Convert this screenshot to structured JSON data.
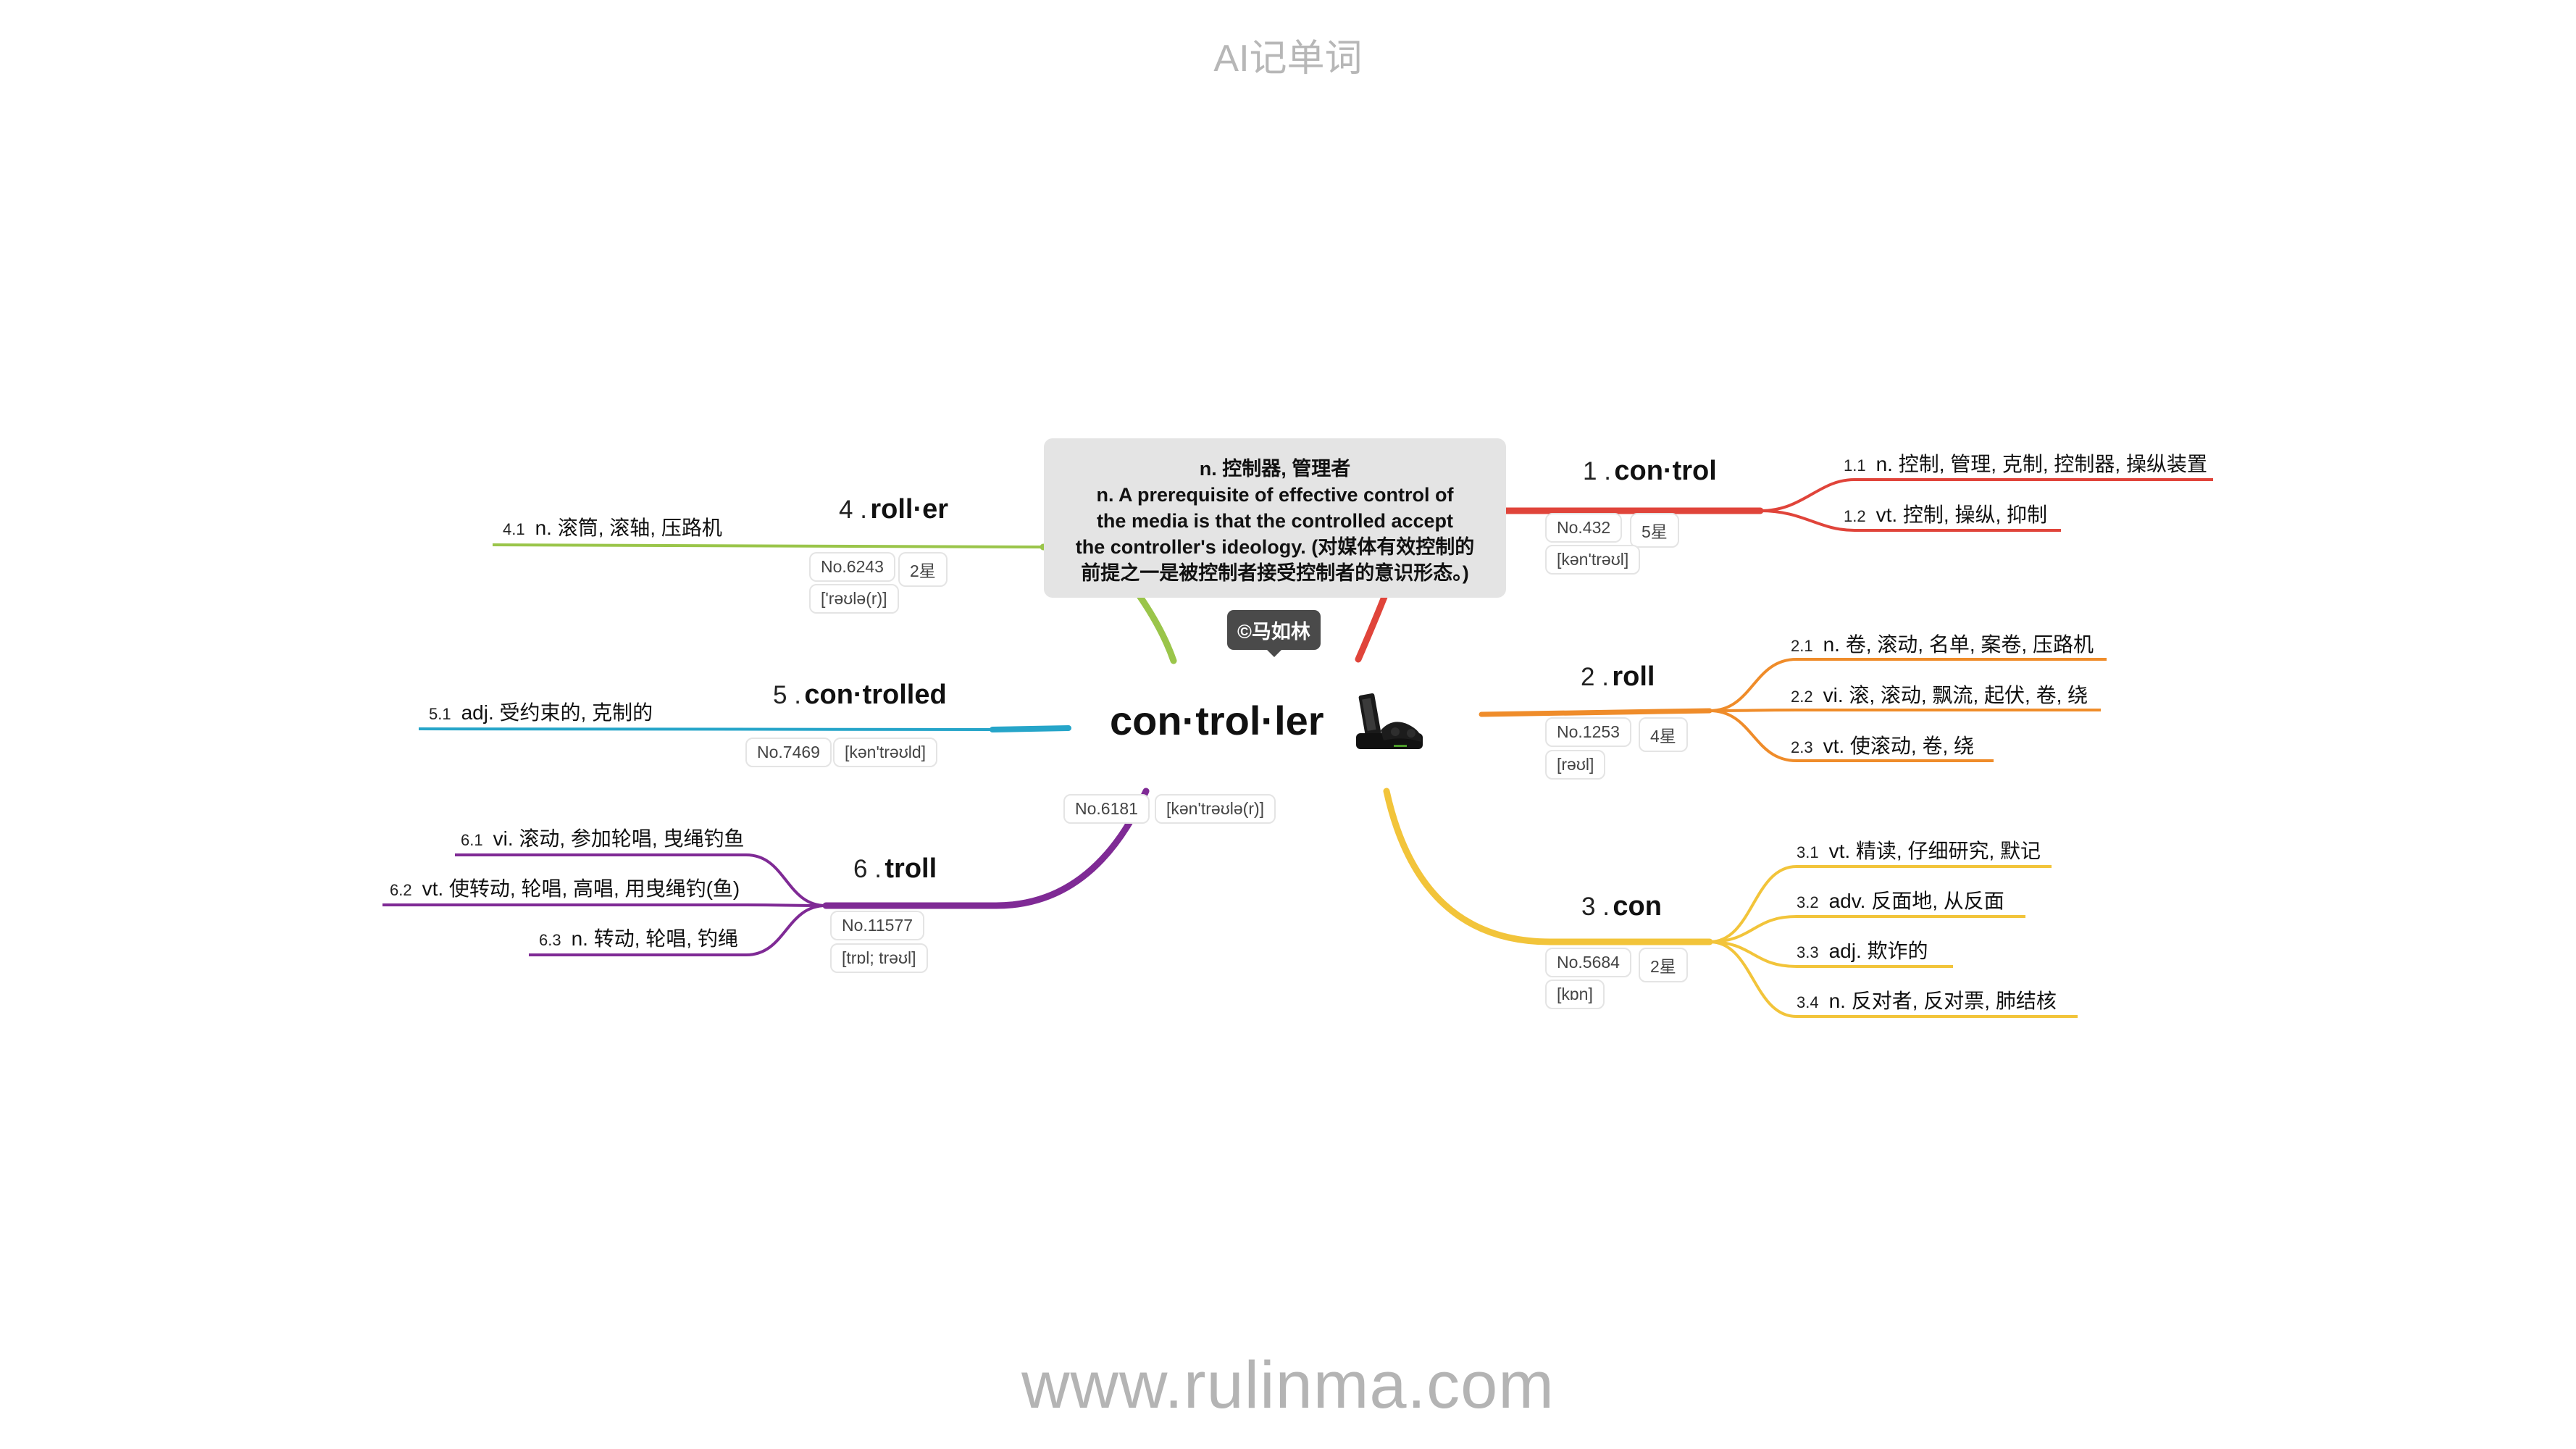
{
  "header": {
    "title": "AI记单词"
  },
  "footer": {
    "url": "www.rulinma.com"
  },
  "center": {
    "word": "con·trol·ler",
    "no": "No.6181",
    "phonetic": "[kən'trəʊlə(r)]",
    "icon": "game-controller-icon",
    "definition_lines": [
      "n. 控制器, 管理者",
      "n. A prerequisite of effective control of",
      "the media is that the controlled accept",
      "the controller's ideology. (对媒体有效控制的",
      "前提之一是被控制者接受控制者的意识形态。)"
    ],
    "credit": "©马如林"
  },
  "branches": [
    {
      "num": "1 .",
      "word": "con·trol",
      "color": "#e0443a",
      "no": "No.432",
      "stars": "5星",
      "phonetic": "[kən'trəʊl]",
      "leaves": [
        {
          "num": "1.1",
          "text": "n. 控制, 管理, 克制, 控制器, 操纵装置"
        },
        {
          "num": "1.2",
          "text": "vt. 控制, 操纵, 抑制"
        }
      ]
    },
    {
      "num": "2 .",
      "word": "roll",
      "color": "#ef8c2a",
      "no": "No.1253",
      "stars": "4星",
      "phonetic": "[rəʊl]",
      "leaves": [
        {
          "num": "2.1",
          "text": "n. 卷, 滚动, 名单, 案卷, 压路机"
        },
        {
          "num": "2.2",
          "text": "vi. 滚, 滚动, 飘流, 起伏, 卷, 绕"
        },
        {
          "num": "2.3",
          "text": "vt. 使滚动, 卷, 绕"
        }
      ]
    },
    {
      "num": "3 .",
      "word": "con",
      "color": "#f2c43a",
      "no": "No.5684",
      "stars": "2星",
      "phonetic": "[kɒn]",
      "leaves": [
        {
          "num": "3.1",
          "text": "vt. 精读, 仔细研究, 默记"
        },
        {
          "num": "3.2",
          "text": "adv. 反面地, 从反面"
        },
        {
          "num": "3.3",
          "text": "adj. 欺诈的"
        },
        {
          "num": "3.4",
          "text": "n. 反对者, 反对票, 肺结核"
        }
      ]
    },
    {
      "num": "4 .",
      "word": "roll·er",
      "color": "#9ac54a",
      "no": "No.6243",
      "stars": "2星",
      "phonetic": "['rəʊlə(r)]",
      "leaves": [
        {
          "num": "4.1",
          "text": "n. 滚筒, 滚轴, 压路机"
        }
      ]
    },
    {
      "num": "5 .",
      "word": "con·trolled",
      "color": "#26a5c9",
      "no": "No.7469",
      "phonetic": "[kən'trəʊld]",
      "leaves": [
        {
          "num": "5.1",
          "text": "adj. 受约束的, 克制的"
        }
      ]
    },
    {
      "num": "6 .",
      "word": "troll",
      "color": "#7f2a95",
      "no": "No.11577",
      "phonetic": "[trɒl; trəʊl]",
      "leaves": [
        {
          "num": "6.1",
          "text": "vi. 滚动, 参加轮唱, 曳绳钓鱼"
        },
        {
          "num": "6.2",
          "text": "vt. 使转动, 轮唱, 高唱, 用曳绳钓(鱼)"
        },
        {
          "num": "6.3",
          "text": "n. 转动, 轮唱, 钓绳"
        }
      ]
    }
  ]
}
